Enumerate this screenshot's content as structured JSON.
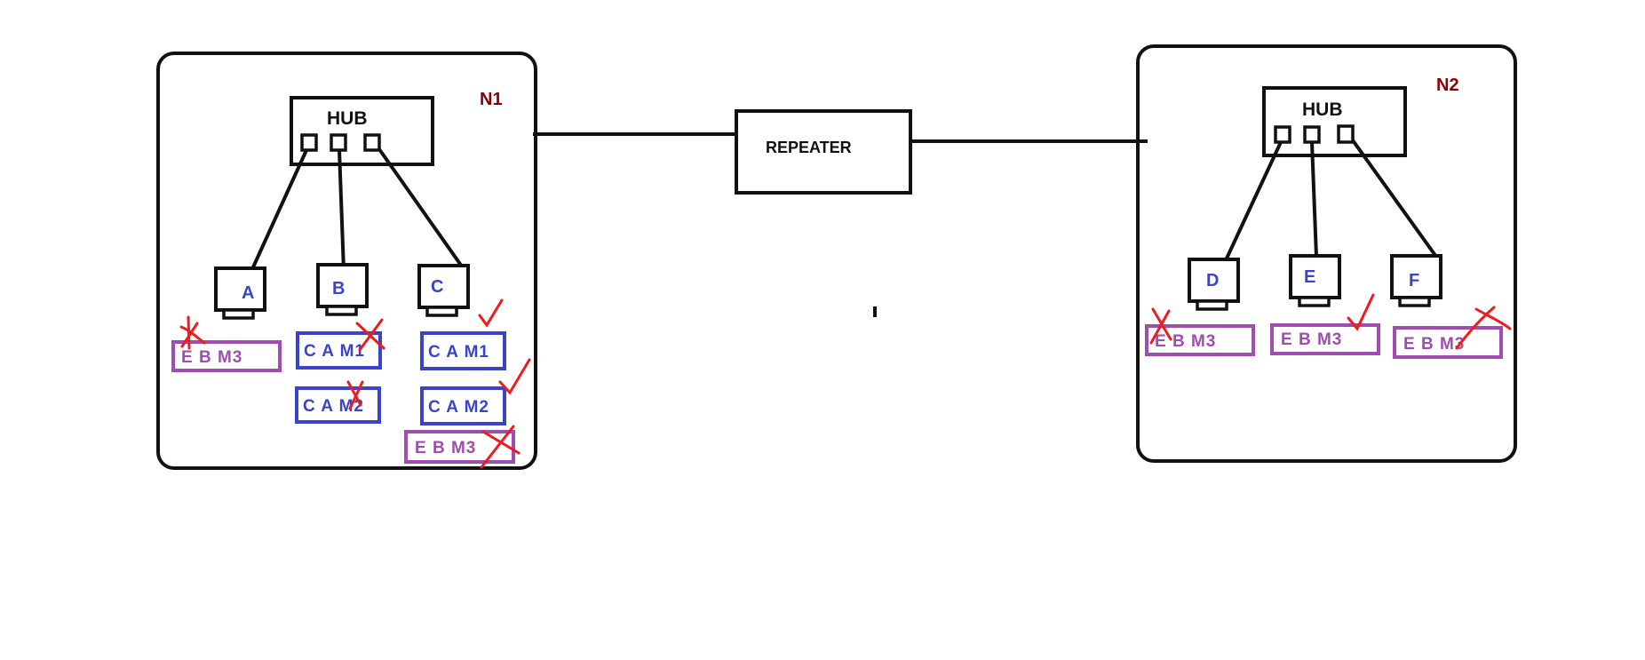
{
  "networks": {
    "n1_label": "N1",
    "n2_label": "N2",
    "n1_hub_label": "HUB",
    "n2_hub_label": "HUB"
  },
  "repeater": {
    "label": "REPEATER"
  },
  "nodes": {
    "a": "A",
    "b": "B",
    "c": "C",
    "d": "D",
    "e": "E",
    "f": "F"
  },
  "messages": {
    "a_ebm3": "E B M3",
    "b_cam1": "C A M1",
    "b_cam2": "C A M2",
    "c_cam1": "C A M1",
    "c_cam2": "C A M2",
    "c_ebm3": "E B M3",
    "d_ebm3": "E B M3",
    "e_ebm3": "E B M3",
    "f_ebm3": "E B M3"
  },
  "marks": {
    "a_ebm3": "cross",
    "b_cam1": "cross",
    "b_cam2": "cross",
    "c_cam1": "tick",
    "c_cam2": "tick",
    "c_ebm3": "cross",
    "d_ebm3": "cross",
    "e_ebm3": "tick",
    "f_ebm3": "cross"
  },
  "colors": {
    "line": "#111111",
    "network_label": "#8b0000",
    "node_label": "#3a44c8",
    "cam_box": "#3a44c8",
    "ebm_box": "#a04cb0",
    "mark": "#ee1c1c"
  }
}
